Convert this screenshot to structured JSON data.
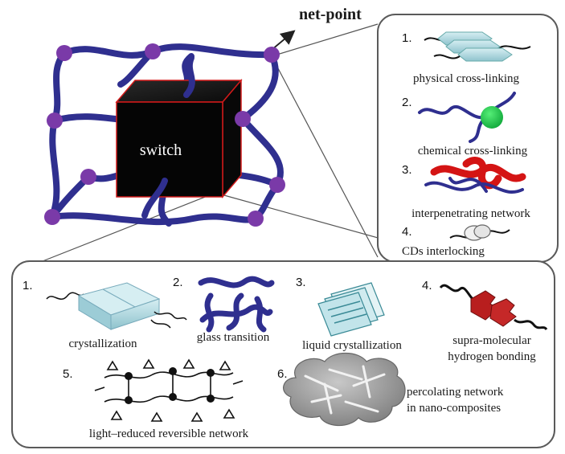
{
  "main_network": {
    "net_point_label": "net-point",
    "switch_label": "switch"
  },
  "netpoint_panel": {
    "items": [
      {
        "number": "1.",
        "label": "physical cross-linking"
      },
      {
        "number": "2.",
        "label": "chemical cross-linking"
      },
      {
        "number": "3.",
        "label": "interpenetrating network"
      },
      {
        "number": "4.",
        "label": "CDs interlocking"
      }
    ]
  },
  "switch_panel": {
    "items": [
      {
        "number": "1.",
        "label": "crystallization"
      },
      {
        "number": "2.",
        "label": "glass transition"
      },
      {
        "number": "3.",
        "label": "liquid crystallization"
      },
      {
        "number": "4.",
        "label_line1": "supra-molecular",
        "label_line2": "hydrogen bonding"
      },
      {
        "number": "5.",
        "label": "light–reduced reversible network"
      },
      {
        "number": "6.",
        "label_line1": "percolating network",
        "label_line2": "in nano-composites"
      }
    ]
  },
  "colors": {
    "chain": "#2f2f8f",
    "node": "#7a3aa8",
    "cube": "#050505",
    "cube_edge": "#d11a1a",
    "crystal": "#a8d4dc",
    "bead": "#1fc84a",
    "knot": "#d41414",
    "hbond": "#b81e1e",
    "cloud": "#9a9a9a"
  }
}
